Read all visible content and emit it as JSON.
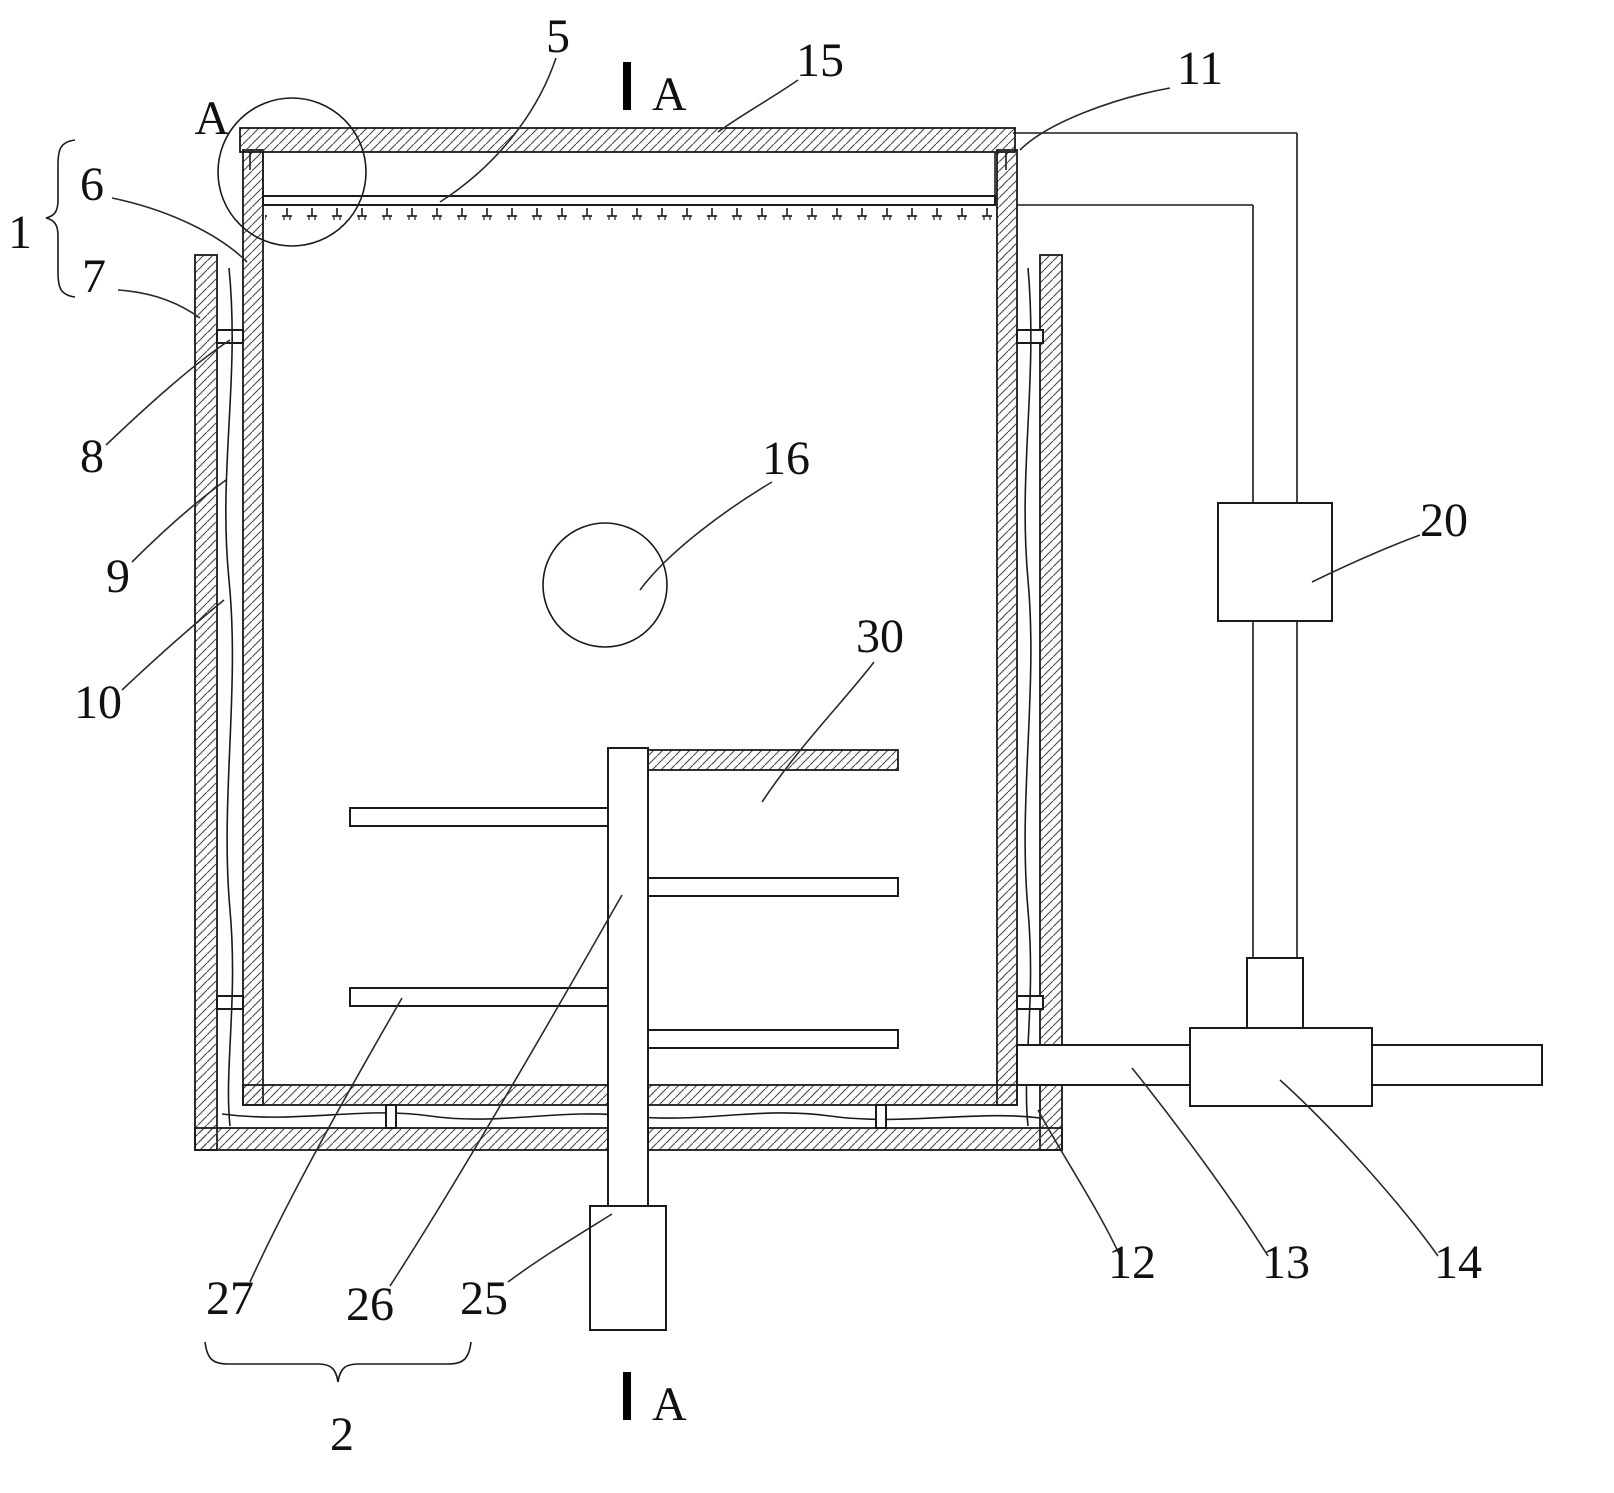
{
  "figure": {
    "kind": "patent-technical-diagram",
    "colors": {
      "line": "#1a1a1a",
      "background": "#ffffff"
    },
    "labels": {
      "n1": "1",
      "n2": "2",
      "n5": "5",
      "n6": "6",
      "n7": "7",
      "n8": "8",
      "n9": "9",
      "n10": "10",
      "n11": "11",
      "n12": "12",
      "n13": "13",
      "n14": "14",
      "n15": "15",
      "n16": "16",
      "n20": "20",
      "n25": "25",
      "n26": "26",
      "n27": "27",
      "n30": "30",
      "section_top": "A",
      "section_bottom": "A",
      "detail": "A"
    }
  }
}
